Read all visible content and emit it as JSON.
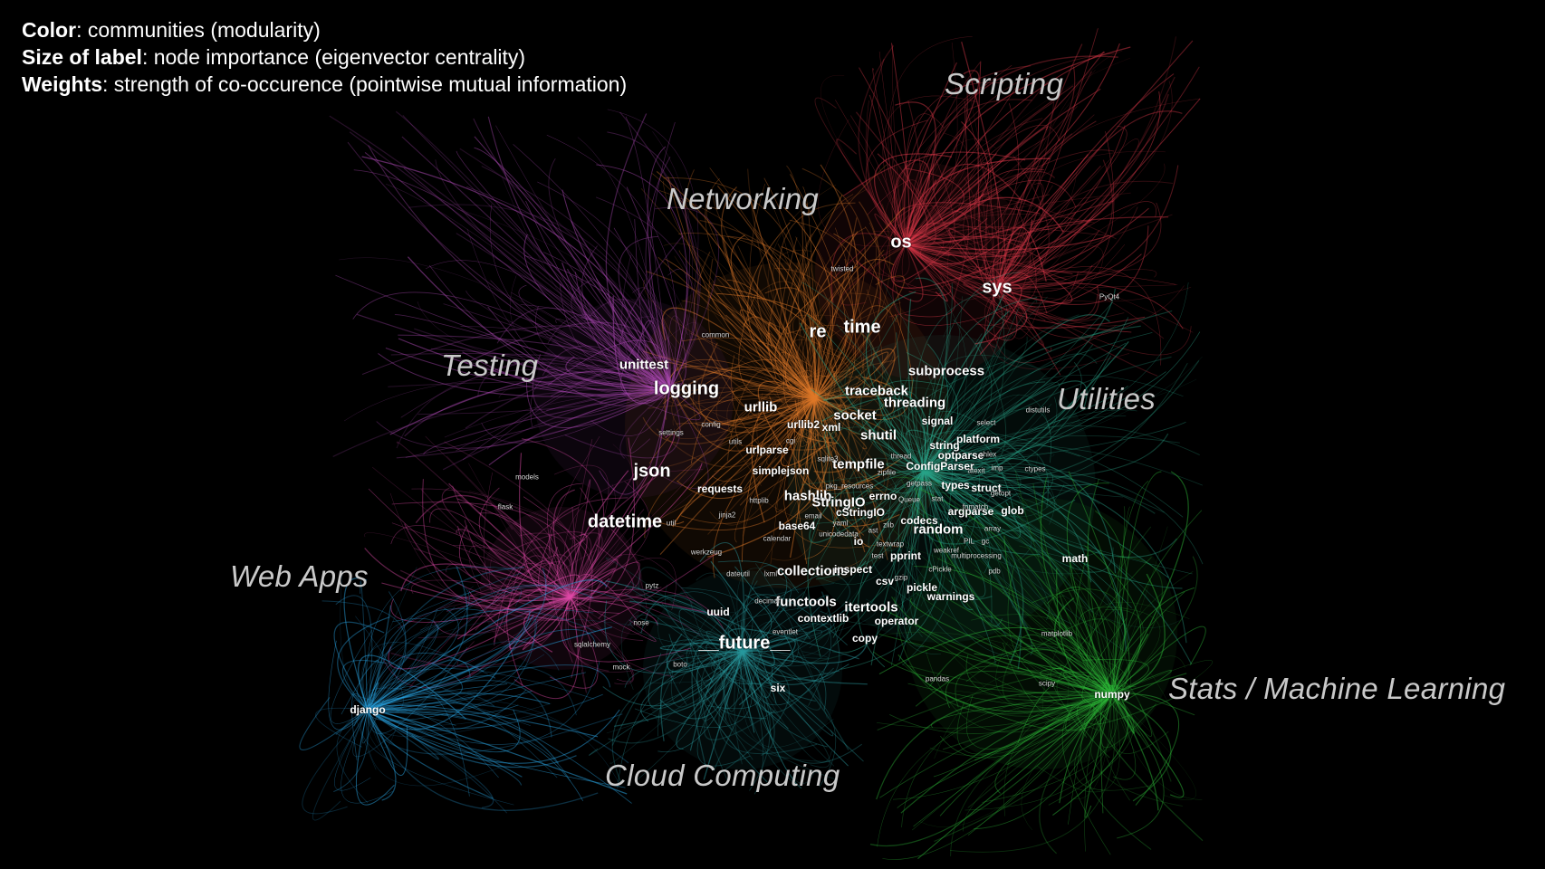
{
  "legend": [
    {
      "key": "Color",
      "text": ": communities (modularity)"
    },
    {
      "key": "Size of label",
      "text": ": node importance (eigenvector centrality)"
    },
    {
      "key": "Weights",
      "text": ": strength of co-occurence (pointwise mutual information)"
    }
  ],
  "communities": [
    {
      "id": "scripting",
      "label": "Scripting",
      "color": "#e0394a"
    },
    {
      "id": "networking",
      "label": "Networking",
      "color": "#e07a2a"
    },
    {
      "id": "testing",
      "label": "Testing",
      "color": "#b04ab8"
    },
    {
      "id": "utilities",
      "label": "Utilities",
      "color": "#2aa58a"
    },
    {
      "id": "webapps",
      "label": "Web Apps",
      "color": "#e04aa8"
    },
    {
      "id": "stats",
      "label": "Stats / Machine Learning",
      "color": "#2fbf3a"
    },
    {
      "id": "cloud",
      "label": "Cloud Computing",
      "color": "#2a9aa0"
    },
    {
      "id": "django",
      "label": "",
      "color": "#2aa8e8"
    }
  ],
  "nodes": [
    {
      "label": "os",
      "size": "L"
    },
    {
      "label": "sys",
      "size": "L"
    },
    {
      "label": "time",
      "size": "L"
    },
    {
      "label": "re",
      "size": "L"
    },
    {
      "label": "logging",
      "size": "L"
    },
    {
      "label": "json",
      "size": "L"
    },
    {
      "label": "datetime",
      "size": "L"
    },
    {
      "label": "__future__",
      "size": "L"
    },
    {
      "label": "unittest",
      "size": "M"
    },
    {
      "label": "urllib",
      "size": "M"
    },
    {
      "label": "traceback",
      "size": "M"
    },
    {
      "label": "subprocess",
      "size": "M"
    },
    {
      "label": "threading",
      "size": "M"
    },
    {
      "label": "socket",
      "size": "M"
    },
    {
      "label": "shutil",
      "size": "M"
    },
    {
      "label": "tempfile",
      "size": "M"
    },
    {
      "label": "random",
      "size": "M"
    },
    {
      "label": "collections",
      "size": "M"
    },
    {
      "label": "functools",
      "size": "M"
    },
    {
      "label": "itertools",
      "size": "M"
    },
    {
      "label": "hashlib",
      "size": "M"
    },
    {
      "label": "StringIO",
      "size": "M"
    },
    {
      "label": "urlparse",
      "size": "S"
    },
    {
      "label": "urllib2",
      "size": "S"
    },
    {
      "label": "xml",
      "size": "S"
    },
    {
      "label": "requests",
      "size": "S"
    },
    {
      "label": "simplejson",
      "size": "S"
    },
    {
      "label": "base64",
      "size": "S"
    },
    {
      "label": "cStringIO",
      "size": "S"
    },
    {
      "label": "errno",
      "size": "S"
    },
    {
      "label": "types",
      "size": "S"
    },
    {
      "label": "struct",
      "size": "S"
    },
    {
      "label": "argparse",
      "size": "S"
    },
    {
      "label": "glob",
      "size": "S"
    },
    {
      "label": "string",
      "size": "S"
    },
    {
      "label": "optparse",
      "size": "S"
    },
    {
      "label": "signal",
      "size": "S"
    },
    {
      "label": "platform",
      "size": "S"
    },
    {
      "label": "ConfigParser",
      "size": "S"
    },
    {
      "label": "codecs",
      "size": "S"
    },
    {
      "label": "io",
      "size": "S"
    },
    {
      "label": "copy",
      "size": "S"
    },
    {
      "label": "pickle",
      "size": "S"
    },
    {
      "label": "warnings",
      "size": "S"
    },
    {
      "label": "inspect",
      "size": "S"
    },
    {
      "label": "uuid",
      "size": "S"
    },
    {
      "label": "contextlib",
      "size": "S"
    },
    {
      "label": "operator",
      "size": "S"
    },
    {
      "label": "pprint",
      "size": "S"
    },
    {
      "label": "csv",
      "size": "S"
    },
    {
      "label": "math",
      "size": "S"
    },
    {
      "label": "numpy",
      "size": "S"
    },
    {
      "label": "six",
      "size": "S"
    },
    {
      "label": "django",
      "size": "S"
    },
    {
      "label": "flask",
      "size": "XS"
    },
    {
      "label": "mock",
      "size": "XS"
    },
    {
      "label": "nose",
      "size": "XS"
    },
    {
      "label": "sqlalchemy",
      "size": "XS"
    },
    {
      "label": "matplotlib",
      "size": "XS"
    },
    {
      "label": "scipy",
      "size": "XS"
    },
    {
      "label": "pandas",
      "size": "XS"
    },
    {
      "label": "twisted",
      "size": "XS"
    },
    {
      "label": "distutils",
      "size": "XS"
    },
    {
      "label": "ctypes",
      "size": "XS"
    },
    {
      "label": "config",
      "size": "XS"
    },
    {
      "label": "utils",
      "size": "XS"
    },
    {
      "label": "util",
      "size": "XS"
    },
    {
      "label": "pytz",
      "size": "XS"
    },
    {
      "label": "multiprocessing",
      "size": "XS"
    },
    {
      "label": "textwrap",
      "size": "XS"
    },
    {
      "label": "cPickle",
      "size": "XS"
    },
    {
      "label": "zipfile",
      "size": "XS"
    },
    {
      "label": "getpass",
      "size": "XS"
    },
    {
      "label": "stat",
      "size": "XS"
    },
    {
      "label": "yaml",
      "size": "XS"
    },
    {
      "label": "email",
      "size": "XS"
    },
    {
      "label": "gzip",
      "size": "XS"
    },
    {
      "label": "decimal",
      "size": "XS"
    },
    {
      "label": "lxml",
      "size": "XS"
    },
    {
      "label": "calendar",
      "size": "XS"
    },
    {
      "label": "pkg_resources",
      "size": "XS"
    },
    {
      "label": "httplib",
      "size": "XS"
    },
    {
      "label": "PyQt4",
      "size": "XS"
    },
    {
      "label": "jinja2",
      "size": "XS"
    },
    {
      "label": "sqlite3",
      "size": "XS"
    },
    {
      "label": "Queue",
      "size": "XS"
    },
    {
      "label": "fnmatch",
      "size": "XS"
    },
    {
      "label": "zlib",
      "size": "XS"
    },
    {
      "label": "dateutil",
      "size": "XS"
    },
    {
      "label": "werkzeug",
      "size": "XS"
    },
    {
      "label": "boto",
      "size": "XS"
    },
    {
      "label": "weakref",
      "size": "XS"
    },
    {
      "label": "pdb",
      "size": "XS"
    },
    {
      "label": "select",
      "size": "XS"
    },
    {
      "label": "atexit",
      "size": "XS"
    },
    {
      "label": "imp",
      "size": "XS"
    },
    {
      "label": "getopt",
      "size": "XS"
    },
    {
      "label": "thread",
      "size": "XS"
    },
    {
      "label": "cgi",
      "size": "XS"
    },
    {
      "label": "ast",
      "size": "XS"
    },
    {
      "label": "test",
      "size": "XS"
    },
    {
      "label": "eventlet",
      "size": "XS"
    },
    {
      "label": "unicodedata",
      "size": "XS"
    },
    {
      "label": "models",
      "size": "XS"
    },
    {
      "label": "settings",
      "size": "XS"
    },
    {
      "label": "common",
      "size": "XS"
    },
    {
      "label": "shlex",
      "size": "XS"
    },
    {
      "label": "PIL",
      "size": "XS"
    },
    {
      "label": "gc",
      "size": "XS"
    },
    {
      "label": "array",
      "size": "XS"
    }
  ]
}
